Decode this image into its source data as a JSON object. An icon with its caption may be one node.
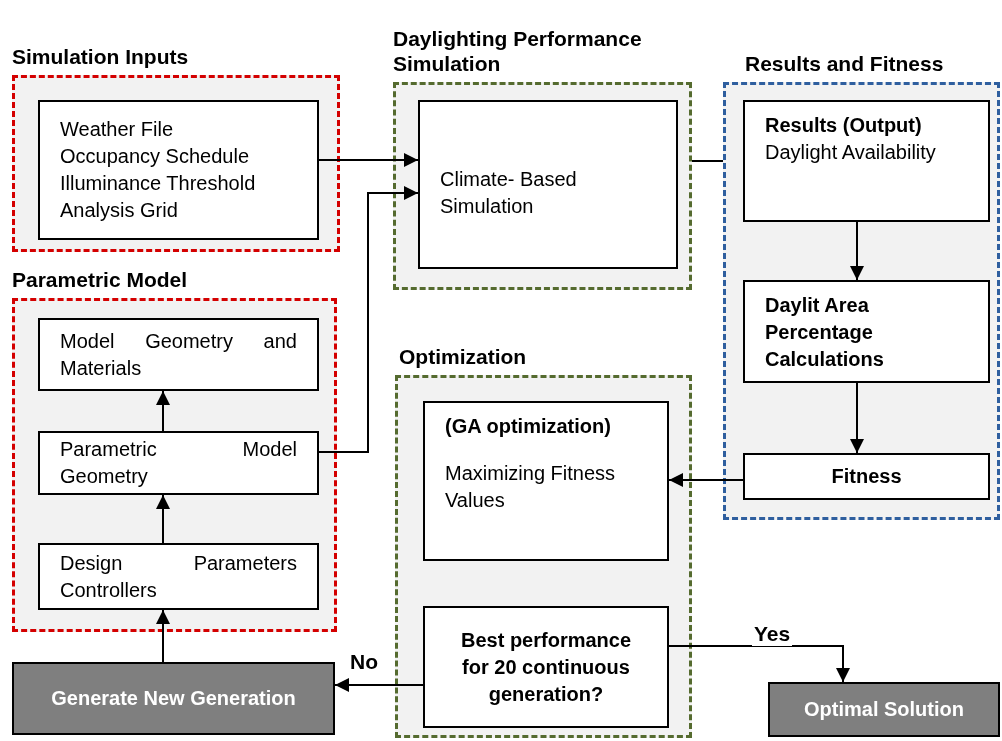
{
  "diagram": {
    "nodes": [
      {
        "text": [
          "Simulation Inputs"
        ]
      },
      {
        "text": [
          "Weather File",
          "Occupancy Schedule",
          "Illuminance Threshold",
          "Analysis Grid"
        ],
        "in": 0
      },
      {
        "text": [
          "Parametric Model"
        ]
      },
      {
        "text": [
          "Model Geometry and Materials"
        ],
        "in": 2
      },
      {
        "text": [
          "Parametric Model Geometry"
        ],
        "in": 2
      },
      {
        "text": [
          "Design Parameters Controllers"
        ],
        "in": 2
      },
      {
        "text": [
          "Daylighting Performance Simulation"
        ]
      },
      {
        "text": [
          "Climate- Based Simulation"
        ],
        "in": 6
      },
      {
        "text": [
          "Results and Fitness"
        ]
      },
      {
        "text": [
          "Results (Output)",
          "Daylight Availability"
        ],
        "in": 8
      },
      {
        "text": [
          "Daylit Area Percentage Calculations"
        ],
        "in": 8
      },
      {
        "text": [
          "Fitness"
        ],
        "in": 8
      },
      {
        "text": [
          "Optimization"
        ]
      },
      {
        "text": [
          "(GA optimization)",
          "Maximizing Fitness Values"
        ],
        "in": 12
      },
      {
        "text": [
          "Best performance for 20 continuous generation?"
        ],
        "in": 12
      },
      {
        "text": [
          "Generate New Generation"
        ]
      },
      {
        "text": [
          "Optimal Solution"
        ]
      }
    ],
    "edges": [
      {
        "from": 1,
        "to": 7,
        "arrow": "to"
      },
      {
        "from": 4,
        "to": 7,
        "arrow": "to"
      },
      {
        "from": 6,
        "to": 8,
        "arrow": "none"
      },
      {
        "from": 9,
        "to": 10,
        "arrow": "to"
      },
      {
        "from": 10,
        "to": 11,
        "arrow": "to"
      },
      {
        "from": 11,
        "to": 13,
        "arrow": "to"
      },
      {
        "from": 5,
        "to": 4,
        "arrow": "to"
      },
      {
        "from": 4,
        "to": 3,
        "arrow": "to"
      },
      {
        "from": 15,
        "to": 5,
        "arrow": "to"
      },
      {
        "from": 14,
        "to": 15,
        "arrow": "to",
        "label": "No"
      },
      {
        "from": 14,
        "to": 16,
        "arrow": "to",
        "label": "Yes"
      }
    ]
  }
}
